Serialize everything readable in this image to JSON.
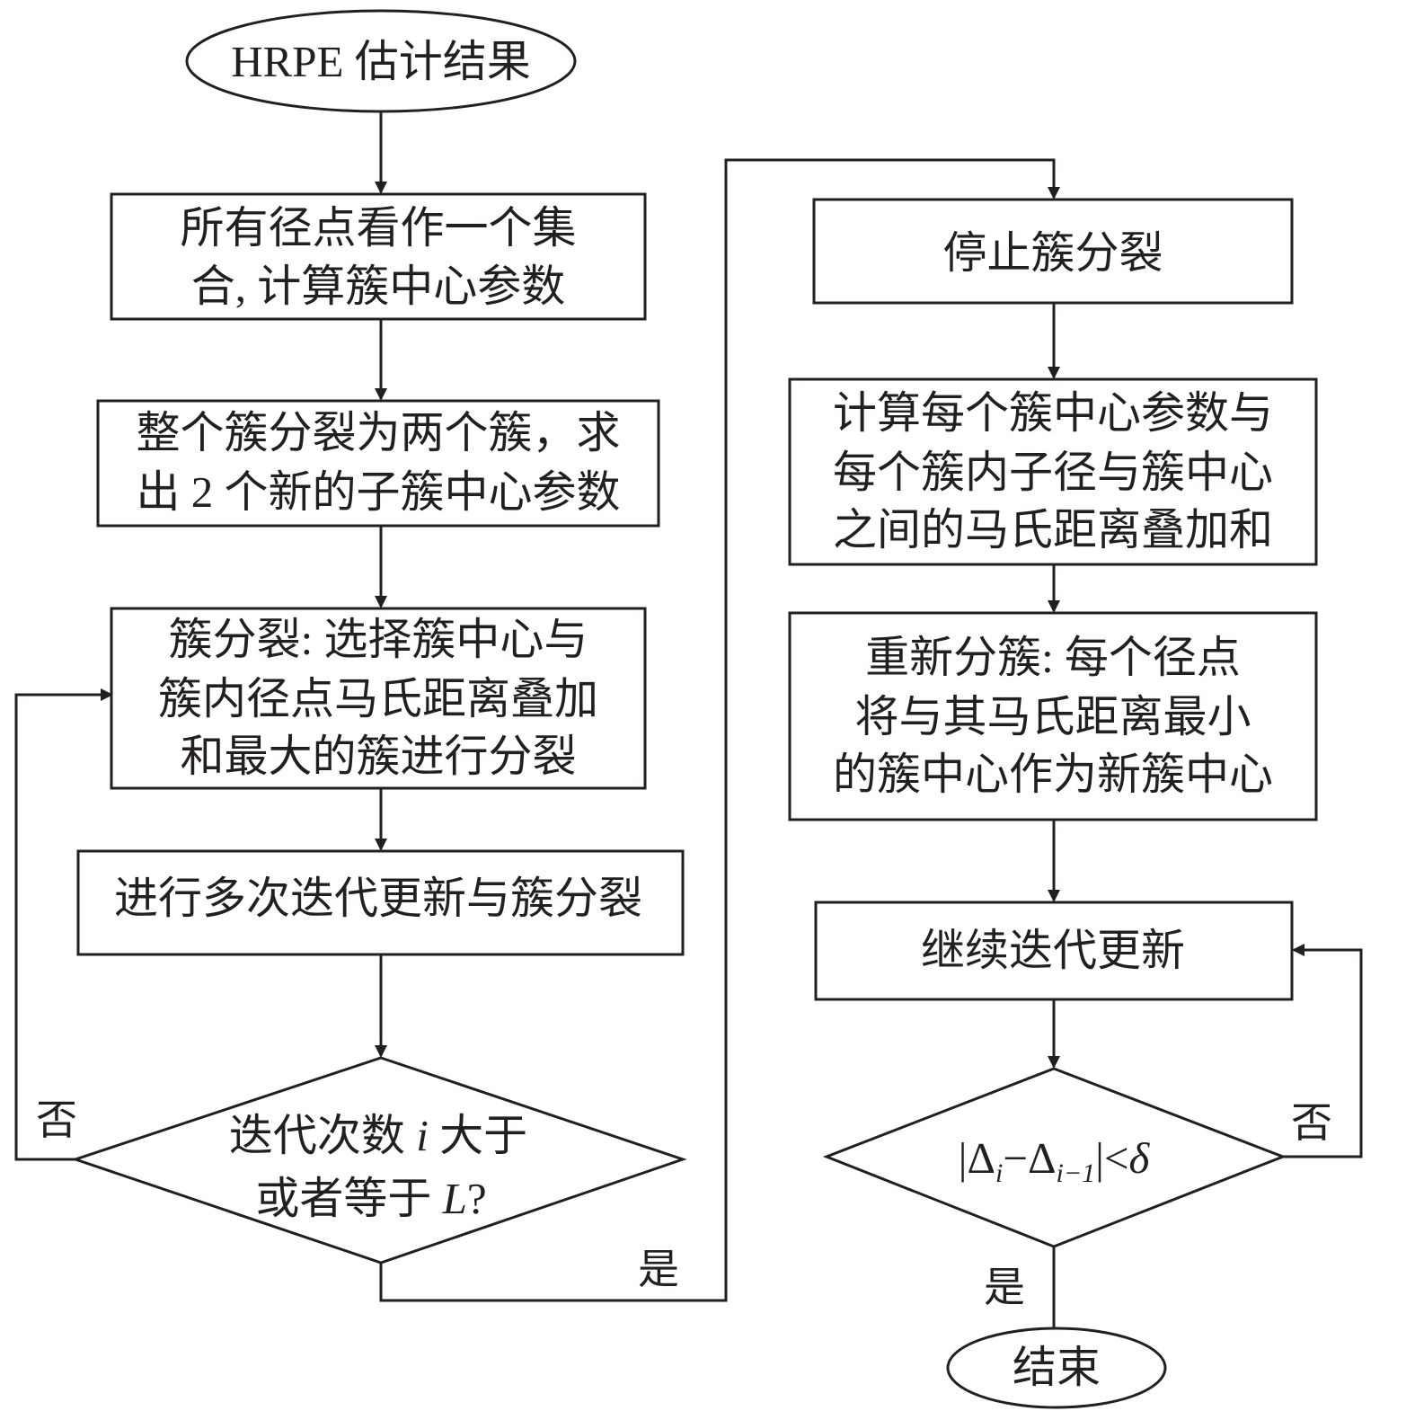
{
  "flowchart": {
    "start": "HRPE 估计结果",
    "step1": {
      "line1": "所有径点看作一个集",
      "line2": "合, 计算簇中心参数"
    },
    "step2": {
      "line1": "整个簇分裂为两个簇，求",
      "line2": "出 2 个新的子簇中心参数"
    },
    "step3": {
      "line1": "簇分裂: 选择簇中心与",
      "line2": "簇内径点马氏距离叠加",
      "line3": "和最大的簇进行分裂"
    },
    "step4": "进行多次迭代更新与簇分裂",
    "decision1": {
      "line1_pre": "迭代次数 ",
      "line1_var": "i",
      "line1_post": " 大于",
      "line2_pre": "或者等于 ",
      "line2_var": "L",
      "line2_post": "?"
    },
    "stop": "停止簇分裂",
    "compute": {
      "line1": "计算每个簇中心参数与",
      "line2": "每个簇内子径与簇中心",
      "line3": "之间的马氏距离叠加和"
    },
    "recluster": {
      "line1": "重新分簇: 每个径点",
      "line2": "将与其马氏距离最小",
      "line3": "的簇中心作为新簇中心"
    },
    "continue": "继续迭代更新",
    "decision2": {
      "bar": "|",
      "delta": "Δ",
      "sub_i": "i",
      "minus": "−",
      "sub_i1": "i−1",
      "less": "<",
      "threshold": "δ"
    },
    "end": "结束",
    "labels": {
      "no": "否",
      "yes": "是"
    }
  }
}
